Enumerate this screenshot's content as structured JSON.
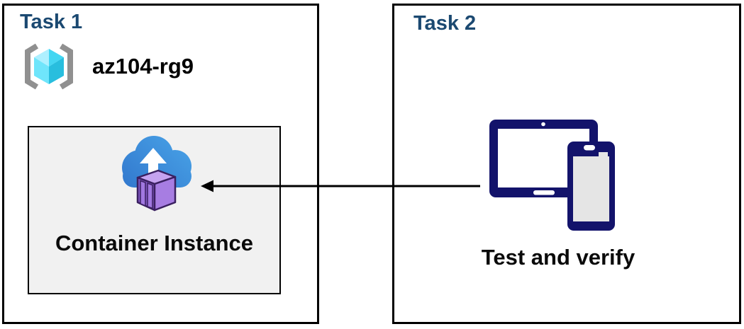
{
  "diagram": {
    "task1": {
      "title": "Task 1",
      "resource_group_name": "az104-rg9",
      "container_box_label": "Container Instance"
    },
    "task2": {
      "title": "Task 2",
      "caption": "Test and verify"
    },
    "icons": {
      "resource_group": "resource-group-icon",
      "container_instance": "container-instance-icon",
      "devices": "devices-icon",
      "arrow": "arrow-left-icon"
    },
    "colors": {
      "task_title_blue": "#1b4971",
      "box_border_black": "#000000",
      "container_box_fill": "#f1f1f1",
      "device_navy": "#13136b",
      "device_screen_gray": "#e5e5e5",
      "cloud_blue_dark": "#2b6ac5",
      "cloud_blue_light": "#4aa6e9",
      "container_purple_front": "#8157c4",
      "container_purple_side": "#a77de2",
      "container_purple_top": "#c5a3f0",
      "container_outline": "#3a2060",
      "rg_bracket_gray": "#909090",
      "rg_cube_lightest": "#aef0ff",
      "rg_cube_light": "#6fe5fb",
      "rg_cube_medium": "#43d6f2",
      "rg_cube_dark": "#28bede",
      "arrow_black": "#000000"
    }
  }
}
